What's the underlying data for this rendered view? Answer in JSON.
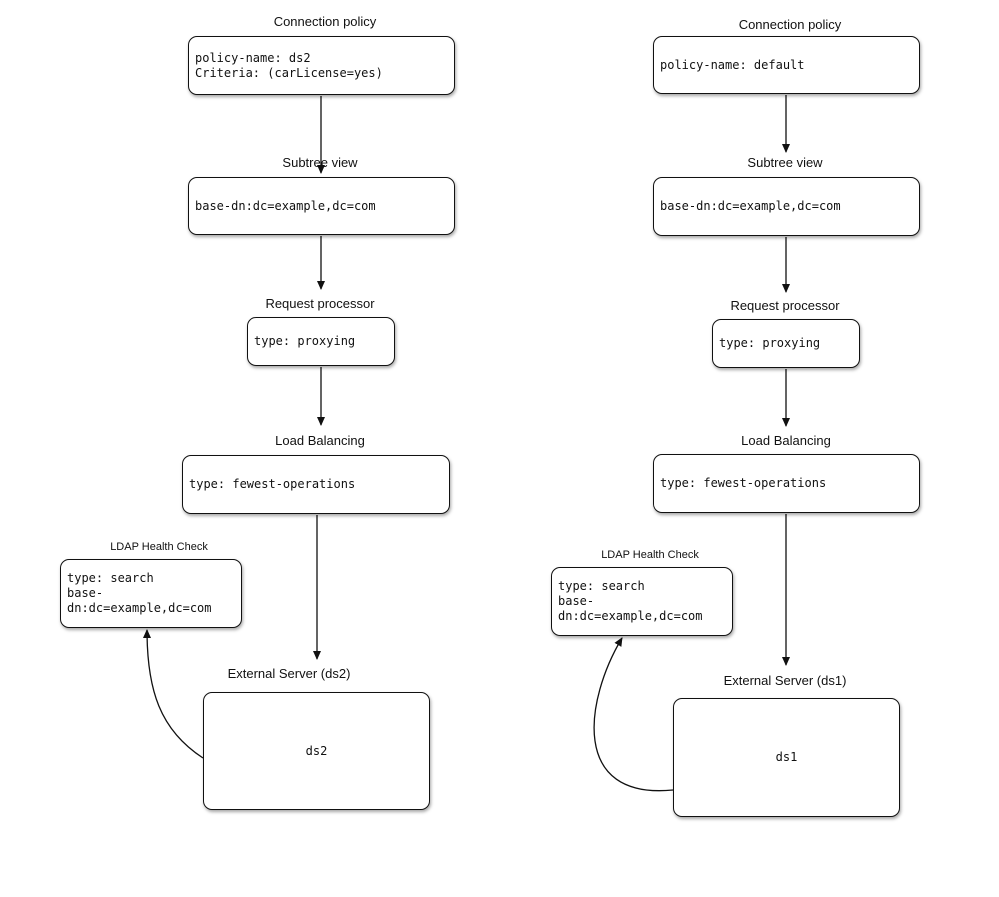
{
  "left": {
    "connection_policy": {
      "title": "Connection policy",
      "text": "policy-name: ds2\nCriteria: (carLicense=yes)"
    },
    "subtree_view": {
      "title": "Subtree view",
      "text": "base-dn:dc=example,dc=com"
    },
    "request_processor": {
      "title": "Request processor",
      "text": "type: proxying"
    },
    "load_balancing": {
      "title": "Load Balancing",
      "text": "type: fewest-operations"
    },
    "health_check": {
      "title": "LDAP Health Check",
      "text": "type: search\nbase-\ndn:dc=example,dc=com"
    },
    "external_server": {
      "title": "External Server (ds2)",
      "text": "ds2"
    }
  },
  "right": {
    "connection_policy": {
      "title": "Connection policy",
      "text": "policy-name: default"
    },
    "subtree_view": {
      "title": "Subtree view",
      "text": "base-dn:dc=example,dc=com"
    },
    "request_processor": {
      "title": "Request processor",
      "text": "type: proxying"
    },
    "load_balancing": {
      "title": "Load Balancing",
      "text": "type: fewest-operations"
    },
    "health_check": {
      "title": "LDAP Health Check",
      "text": "type: search\nbase-\ndn:dc=example,dc=com"
    },
    "external_server": {
      "title": "External Server (ds1)",
      "text": "ds1"
    }
  },
  "colors": {
    "stroke": "#111111",
    "background": "#ffffff"
  }
}
